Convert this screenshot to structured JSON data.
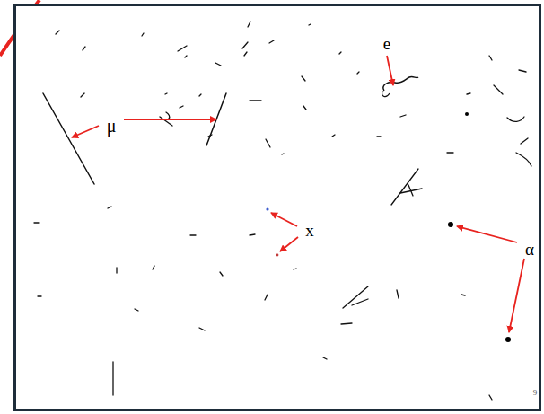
{
  "diagram": {
    "labels": [
      "μ",
      "e",
      "x",
      "α",
      "9"
    ]
  }
}
